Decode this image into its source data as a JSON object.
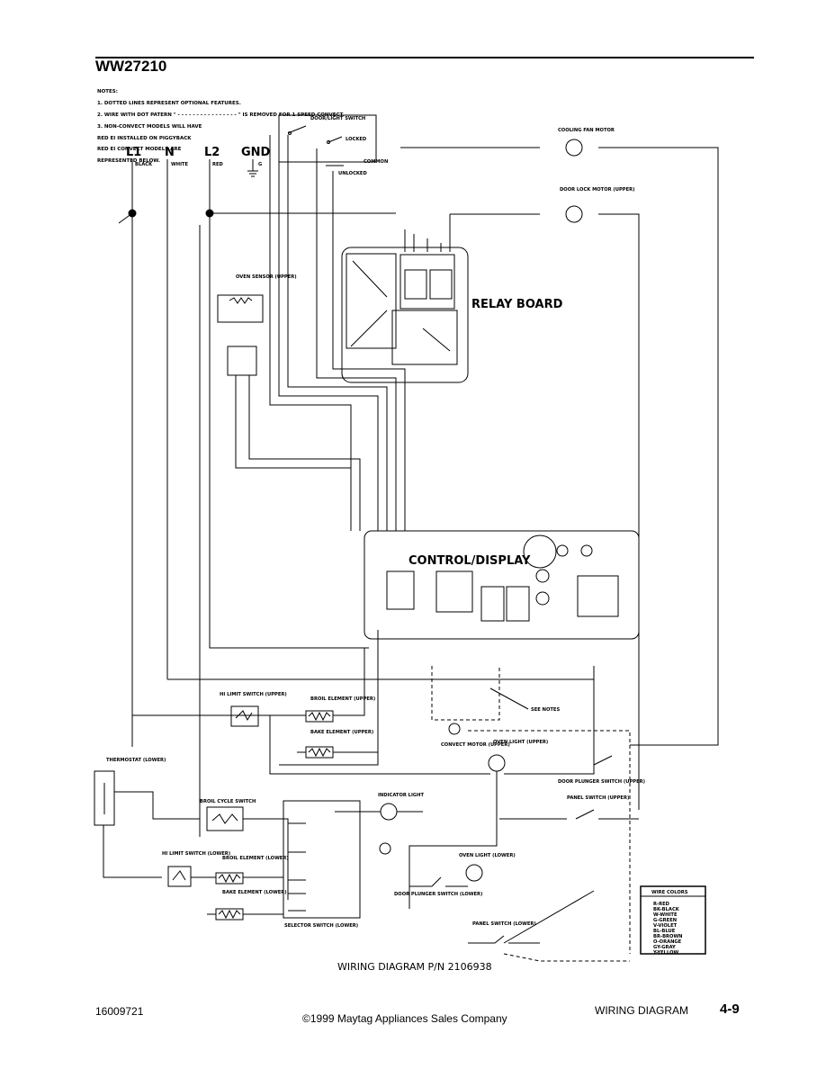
{
  "header": {
    "model": "WW27210"
  },
  "notes": {
    "title": "NOTES:",
    "lines": [
      "1. DOTTED LINES REPRESENT OPTIONAL FEATURES.",
      "2. WIRE WITH DOT PATERN \" - - - - - - - - - - - - - - - - \" IS REMOVED FOR 1 SPEED CONVECT.",
      "3. NON-CONVECT MODELS WILL HAVE",
      "RED EI INSTALLED ON PIGGYBACK",
      "RED EI CONVECT MODELS ARE",
      "REPRESENTED BELOW."
    ]
  },
  "supply": {
    "l1": "L1",
    "n": "N",
    "l2": "L2",
    "gnd": "GND",
    "l1_wire": "BLACK",
    "n_wire": "WHITE",
    "l2_wire": "RED",
    "gnd_wire": "G"
  },
  "components": {
    "door_light_switch": "DOOR/LIGHT SWITCH",
    "locked": "LOCKED",
    "unlocked": "UNLOCKED",
    "common": "COMMON",
    "cooling_fan": "COOLING FAN MOTOR",
    "door_lock": "DOOR LOCK MOTOR (UPPER)",
    "oven_sensor": "OVEN SENSOR (UPPER)",
    "relay_board": "RELAY BOARD",
    "control_display": "CONTROL/DISPLAY",
    "hi_limit_upper": "HI LIMIT SWITCH (UPPER)",
    "broil_upper": "BROIL ELEMENT (UPPER)",
    "bake_upper": "BAKE ELEMENT (UPPER)",
    "see_notes": "SEE NOTES",
    "convect_motor": "CONVECT MOTOR (UPPER)",
    "oven_light_upper": "OVEN LIGHT (UPPER)",
    "door_plunger_upper": "DOOR PLUNGER SWITCH (UPPER)",
    "panel_switch_upper": "PANEL SWITCH (UPPER)",
    "thermostat": "THERMOSTAT (LOWER)",
    "broil_cycle": "BROIL CYCLE SWITCH",
    "indicator_light": "INDICATOR LIGHT",
    "hi_limit_lower": "HI LIMIT SWITCH (LOWER)",
    "broil_lower": "BROIL ELEMENT (LOWER)",
    "bake_lower": "BAKE ELEMENT (LOWER)",
    "selector": "SELECTOR SWITCH (LOWER)",
    "oven_light_lower": "OVEN LIGHT (LOWER)",
    "door_plunger_lower": "DOOR PLUNGER SWITCH (LOWER)",
    "panel_switch_lower": "PANEL SWITCH (LOWER)"
  },
  "wire_colors": {
    "title": "WIRE COLORS",
    "items": [
      "R-RED",
      "BK-BLACK",
      "W-WHITE",
      "G-GREEN",
      "V-VIOLET",
      "BL-BLUE",
      "BR-BROWN",
      "O-ORANGE",
      "GY-GRAY",
      "Y-YELLOW"
    ]
  },
  "caption": "WIRING DIAGRAM P/N 2106938",
  "footer": {
    "doc_number": "16009721",
    "copyright": "©1999 Maytag Appliances Sales Company",
    "section": "WIRING DIAGRAM",
    "page": "4-9"
  }
}
